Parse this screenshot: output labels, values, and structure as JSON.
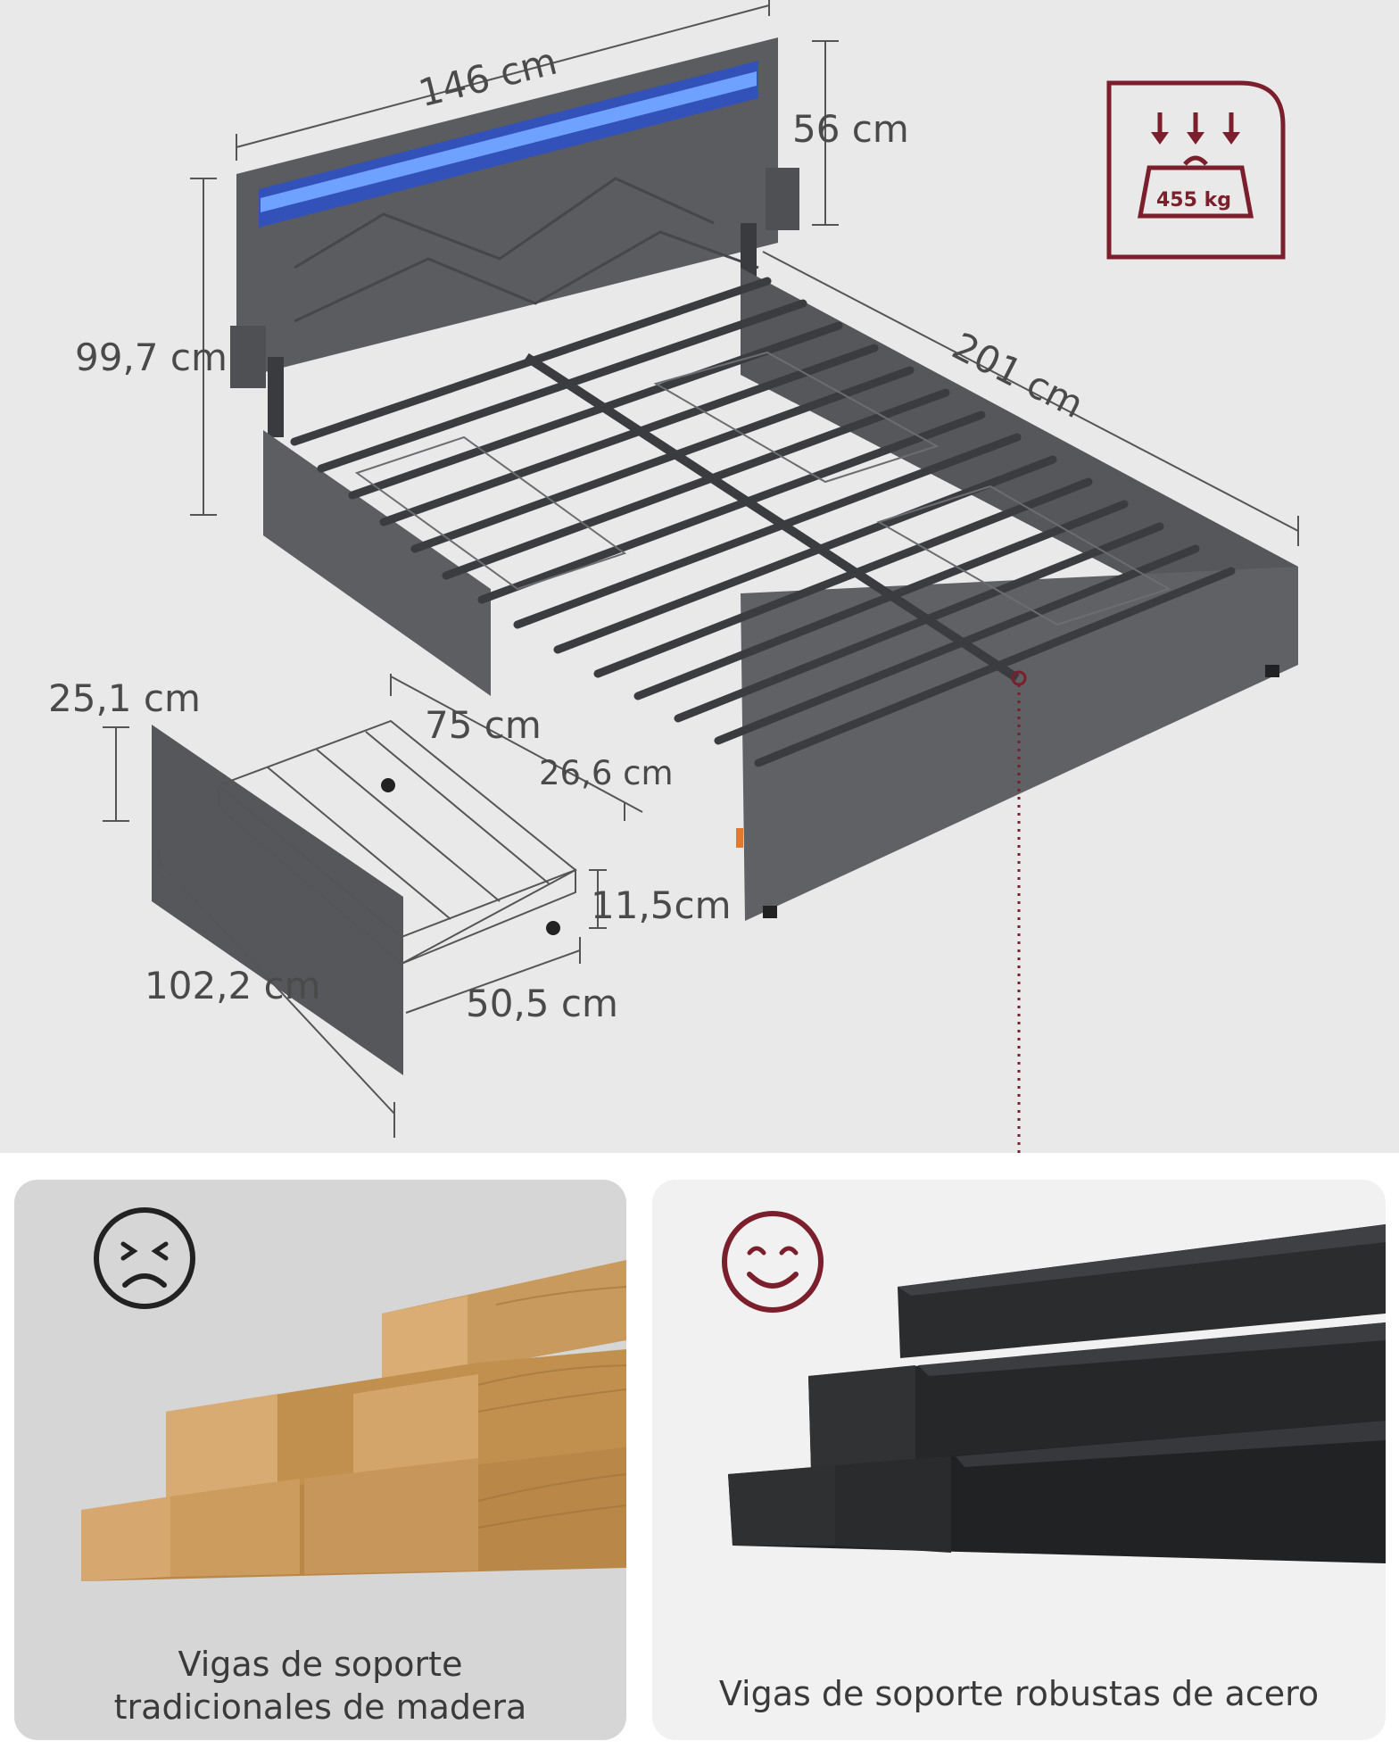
{
  "dimensions": {
    "bed_width": "146 cm",
    "headboard_height": "56 cm",
    "total_height": "99,7 cm",
    "bed_length": "201 cm",
    "drawer_height": "25,1 cm",
    "drawer_depth_inner": "75 cm",
    "clearance": "26,6 cm",
    "basket_height": "11,5cm",
    "drawer_length": "102,2 cm",
    "drawer_width": "50,5 cm"
  },
  "load_badge": {
    "label": "455 kg",
    "icon": "weight-load-icon"
  },
  "comparison": {
    "left": {
      "icon": "sad-face-icon",
      "caption_line1": "Vigas de soporte",
      "caption_line2": "tradicionales de madera"
    },
    "right": {
      "icon": "happy-face-icon",
      "caption": "Vigas de soporte robustas de acero"
    }
  },
  "colors": {
    "accent": "#7a1f2b",
    "fabric": "#5b5d60",
    "led": "#3d7bff"
  }
}
